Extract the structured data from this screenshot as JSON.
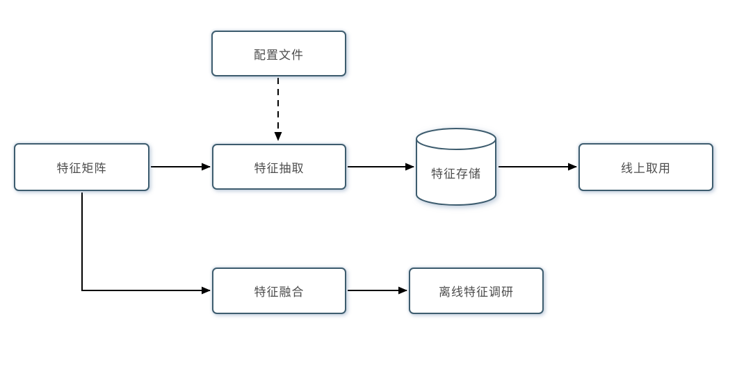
{
  "diagram": {
    "title": "feature-pipeline-flowchart",
    "colors": {
      "background": "#ffffff",
      "node_border": "#3d5c6e",
      "node_fill": "#ffffff",
      "text": "#4d4d4d",
      "arrow": "#000000",
      "shadow": "rgba(110,140,175,0.45)"
    },
    "nodes": {
      "config_file": {
        "label": "配置文件",
        "shape": "rounded-rect"
      },
      "feature_matrix": {
        "label": "特征矩阵",
        "shape": "rounded-rect"
      },
      "feature_extract": {
        "label": "特征抽取",
        "shape": "rounded-rect"
      },
      "feature_store": {
        "label": "特征存储",
        "shape": "cylinder"
      },
      "online_access": {
        "label": "线上取用",
        "shape": "rounded-rect"
      },
      "feature_fusion": {
        "label": "特征融合",
        "shape": "rounded-rect"
      },
      "offline_research": {
        "label": "离线特征调研",
        "shape": "rounded-rect"
      }
    },
    "edges": [
      {
        "from": "config_file",
        "to": "feature_extract",
        "style": "dashed",
        "direction": "down"
      },
      {
        "from": "feature_matrix",
        "to": "feature_extract",
        "style": "solid",
        "direction": "right"
      },
      {
        "from": "feature_extract",
        "to": "feature_store",
        "style": "solid",
        "direction": "right"
      },
      {
        "from": "feature_store",
        "to": "online_access",
        "style": "solid",
        "direction": "right"
      },
      {
        "from": "feature_matrix",
        "to": "feature_fusion",
        "style": "solid",
        "direction": "down-right-elbow"
      },
      {
        "from": "feature_fusion",
        "to": "offline_research",
        "style": "solid",
        "direction": "right"
      }
    ]
  }
}
